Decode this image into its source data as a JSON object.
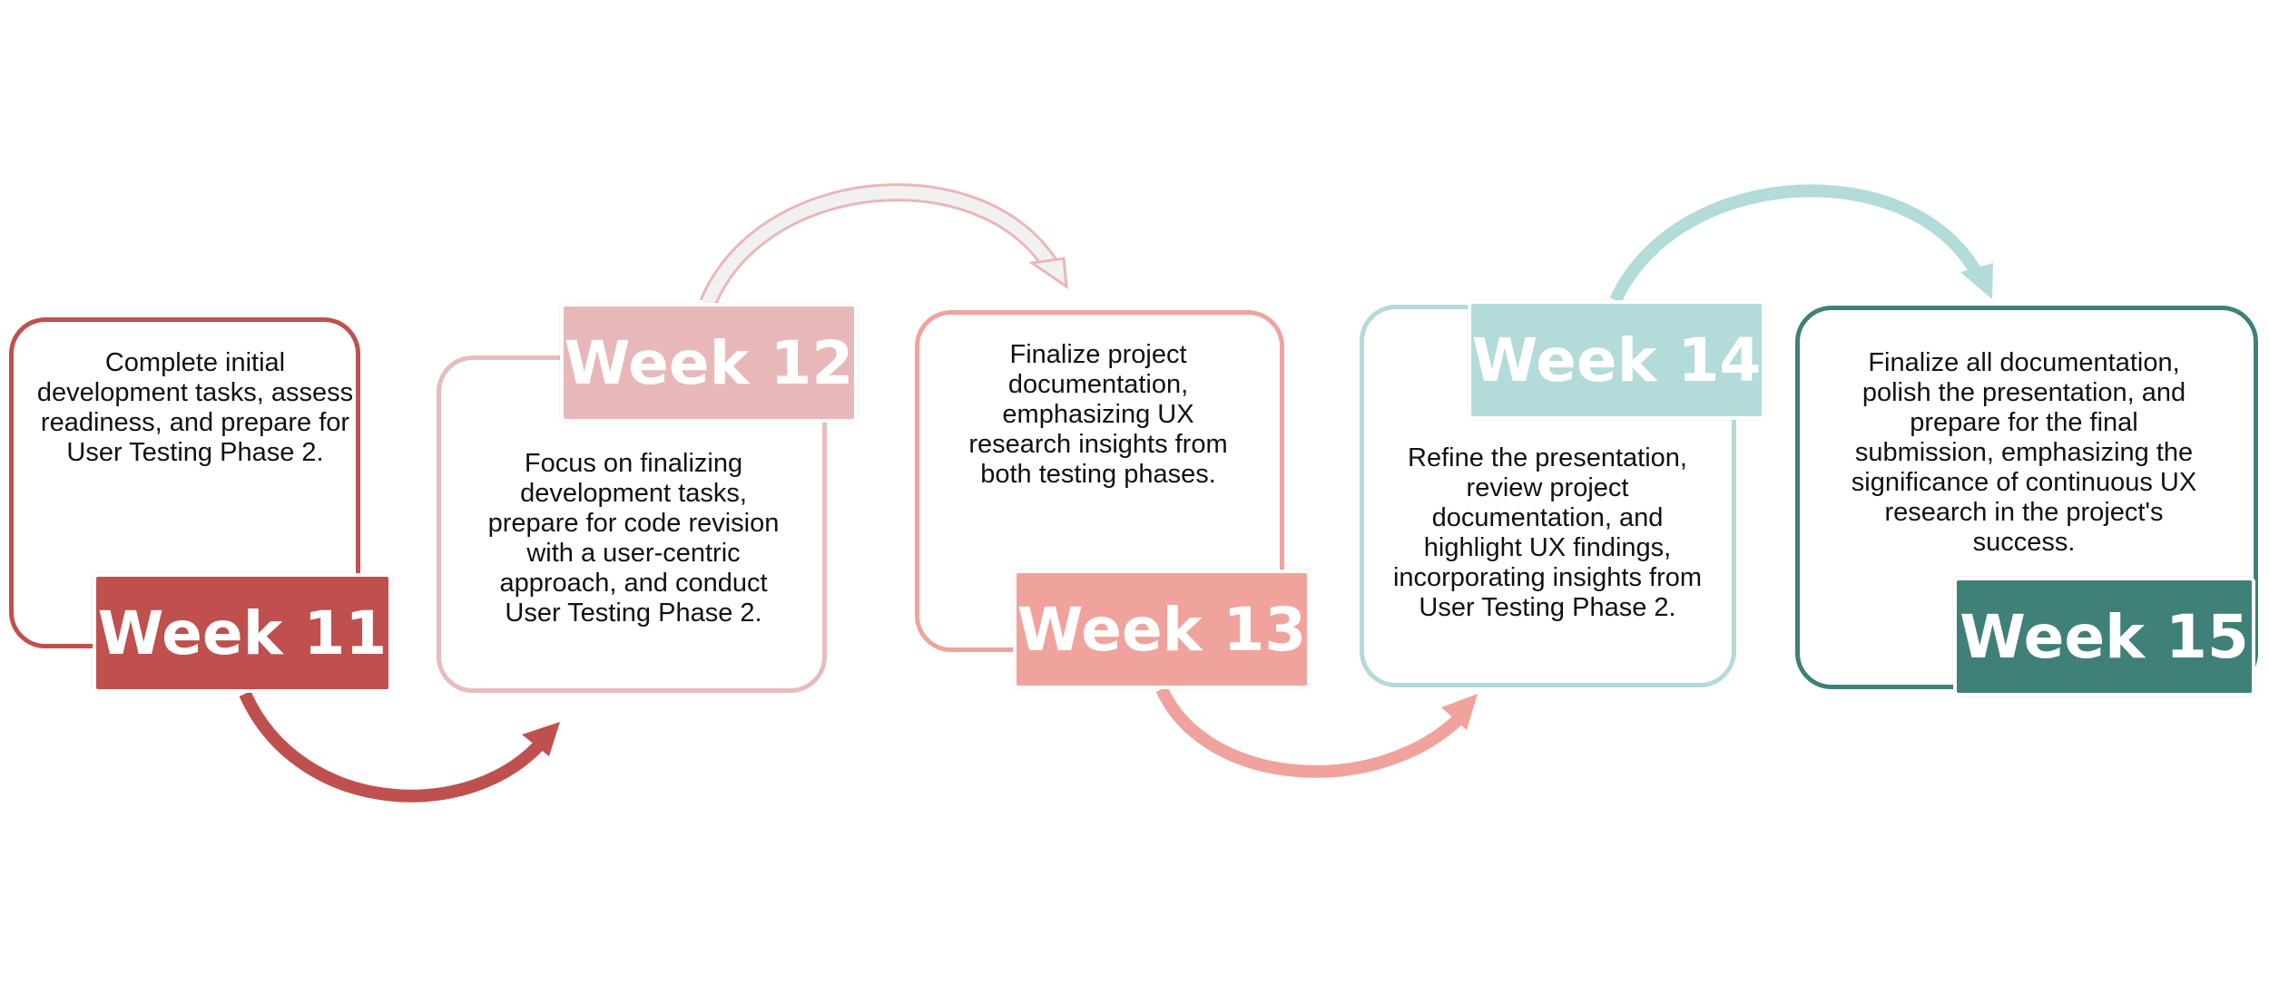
{
  "colors": {
    "week11": "#c0504d",
    "week12": "#e8b8b8",
    "week13": "#f0a39d",
    "week14": "#b2dbd9",
    "week15": "#3f8079"
  },
  "steps": [
    {
      "week": "Week 11",
      "description": "Complete initial development tasks, assess readiness, and prepare for User Testing Phase 2."
    },
    {
      "week": "Week 12",
      "description": "Focus on finalizing development tasks, prepare for code revision with a user-centric approach, and conduct User Testing Phase 2."
    },
    {
      "week": "Week 13",
      "description": "Finalize project documentation, emphasizing UX research insights from both testing phases."
    },
    {
      "week": "Week 14",
      "description": "Refine the presentation, review project documentation, and highlight UX findings, incorporating insights from User Testing Phase 2."
    },
    {
      "week": "Week 15",
      "description": "Finalize all documentation, polish the presentation, and prepare for the final submission, emphasizing the significance of continuous UX research in the project's success."
    }
  ]
}
